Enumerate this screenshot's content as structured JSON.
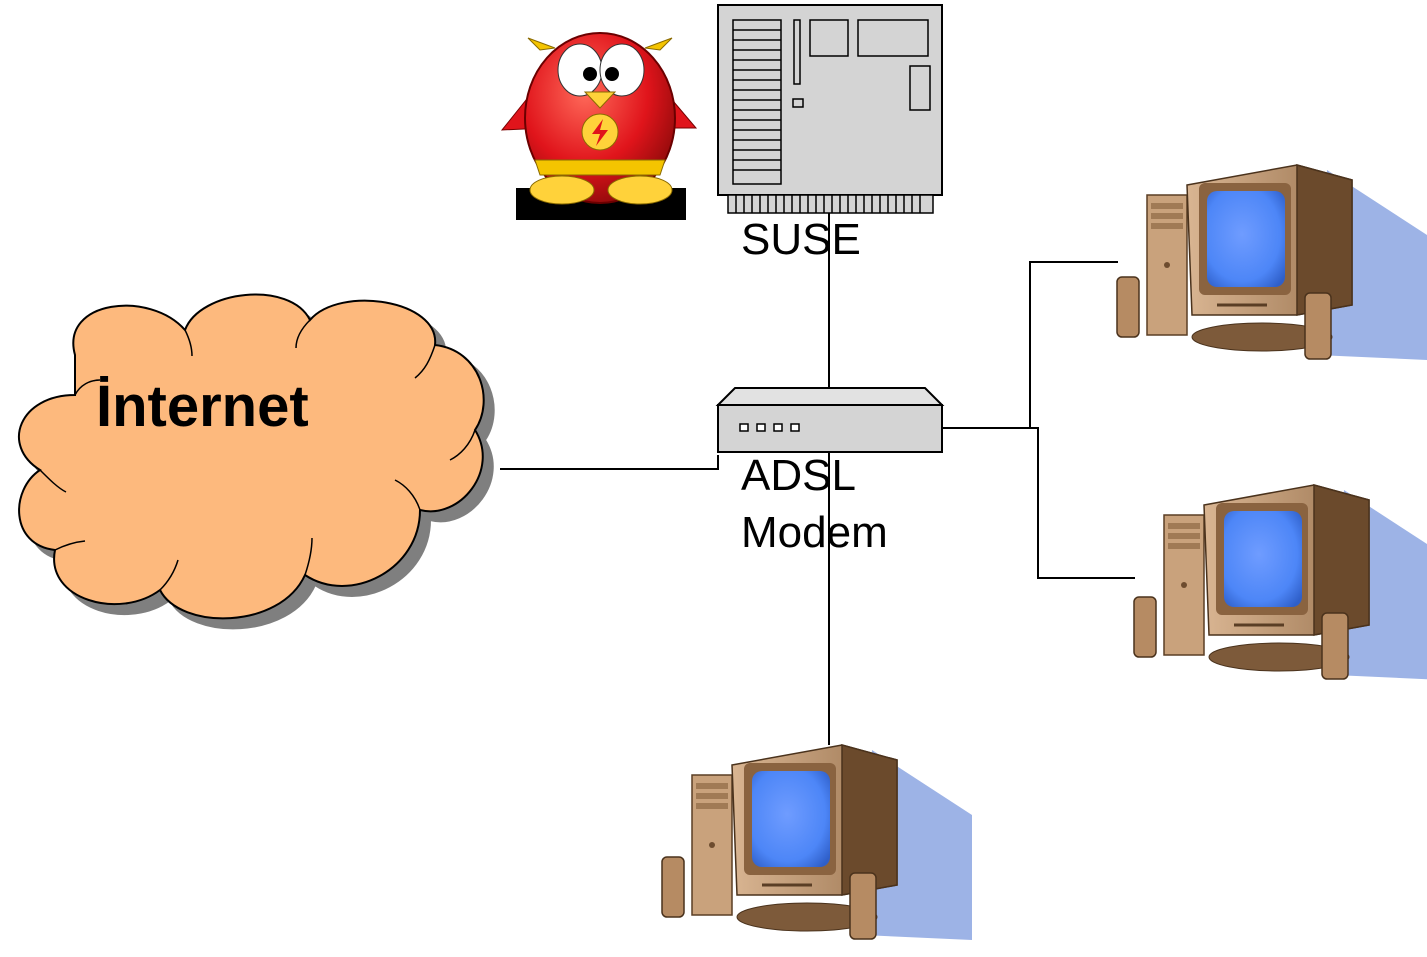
{
  "diagram": {
    "internet_label": "İnternet",
    "server_label": "SUSE",
    "modem_label_line1": "ADSL",
    "modem_label_line2": "Modem",
    "icons": {
      "cloud": "internet-cloud-icon",
      "server": "server-board-icon",
      "modem": "adsl-modem-icon",
      "mascot": "penguin-mascot-icon",
      "computer": "desktop-computer-icon"
    },
    "colors": {
      "cloud_fill": "#fdb97d",
      "cloud_shadow": "#7f7f7f",
      "server_fill": "#d4d4d4",
      "modem_fill": "#d4d4d4",
      "monitor_body": "#b8916c",
      "monitor_screen": "#4d86f7",
      "monitor_shadow": "#9db3e6",
      "line": "#000000"
    }
  }
}
